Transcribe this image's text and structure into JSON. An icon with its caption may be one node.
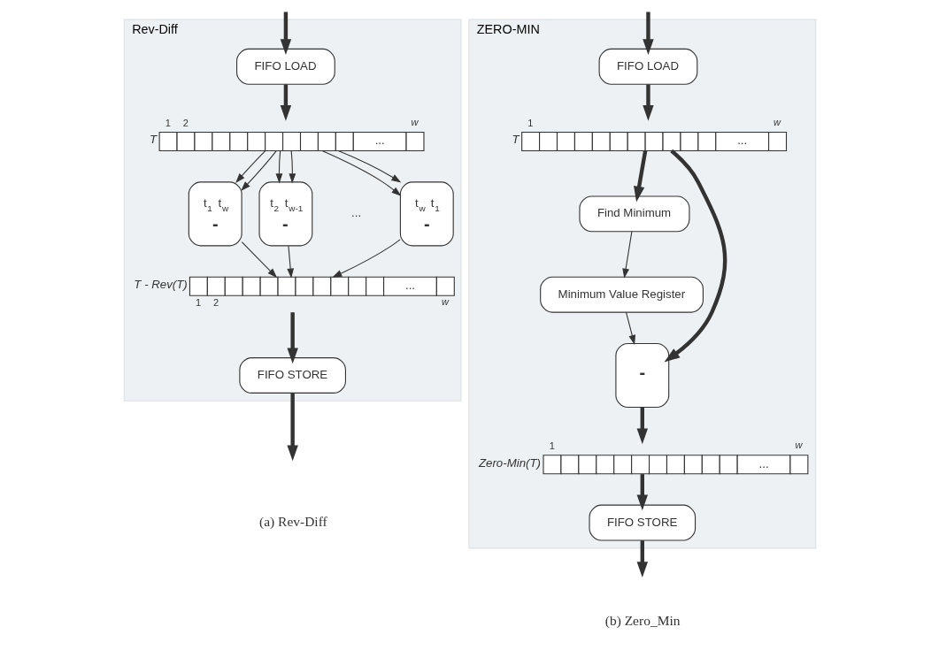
{
  "diagram": {
    "nodes": [
      {
        "text": [
          "Rev-Diff"
        ]
      },
      {
        "text": [
          "FIFO LOAD"
        ],
        "in": 0
      },
      {
        "text": [
          "T",
          "..."
        ],
        "beside": [
          "1",
          "2",
          "w"
        ],
        "in": 0
      },
      {
        "text": [
          "t$_{1}$ t$_{w}$",
          "-"
        ],
        "in": 0
      },
      {
        "text": [
          "t$_{2}$ t$_{w-1}$",
          "-"
        ],
        "in": 0
      },
      {
        "text": [
          "t$_{w}$ t$_{1}$",
          "-"
        ],
        "in": 0
      },
      {
        "text": [
          "T - Rev(T)",
          "..."
        ],
        "beside": [
          "1",
          "2",
          "w"
        ],
        "in": 0
      },
      {
        "text": [
          "FIFO STORE"
        ],
        "in": 0
      },
      {
        "text": [
          "ZERO-MIN"
        ]
      },
      {
        "text": [
          "FIFO LOAD"
        ],
        "in": 8
      },
      {
        "text": [
          "T",
          "..."
        ],
        "beside": [
          "1",
          "w"
        ],
        "in": 8
      },
      {
        "text": [
          "Find Minimum"
        ],
        "in": 8
      },
      {
        "text": [
          "Minimum Value Register"
        ],
        "in": 8
      },
      {
        "text": [
          "-"
        ],
        "in": 8
      },
      {
        "text": [
          "Zero-Min(T)",
          "..."
        ],
        "beside": [
          "1",
          "w"
        ],
        "in": 8
      },
      {
        "text": [
          "FIFO STORE"
        ],
        "in": 8
      }
    ],
    "edges": [
      {
        "from": null,
        "to": 1,
        "arrow": "to",
        "style": "thick"
      },
      {
        "from": 1,
        "to": 2,
        "arrow": "to",
        "style": "thick"
      },
      {
        "from": 2,
        "to": 3,
        "arrow": "to"
      },
      {
        "from": 2,
        "to": 3,
        "arrow": "to"
      },
      {
        "from": 2,
        "to": 4,
        "arrow": "to"
      },
      {
        "from": 2,
        "to": 4,
        "arrow": "to"
      },
      {
        "from": 2,
        "to": 5,
        "arrow": "to"
      },
      {
        "from": 2,
        "to": 5,
        "arrow": "to"
      },
      {
        "from": 3,
        "to": 6,
        "arrow": "to"
      },
      {
        "from": 4,
        "to": 6,
        "arrow": "to"
      },
      {
        "from": 5,
        "to": 6,
        "arrow": "to"
      },
      {
        "from": 6,
        "to": 7,
        "arrow": "to",
        "style": "thick"
      },
      {
        "from": 7,
        "to": null,
        "arrow": "to",
        "style": "thick"
      },
      {
        "from": null,
        "to": 9,
        "arrow": "to",
        "style": "thick"
      },
      {
        "from": 9,
        "to": 10,
        "arrow": "to",
        "style": "thick"
      },
      {
        "from": 10,
        "to": 11,
        "arrow": "to",
        "style": "thick"
      },
      {
        "from": 10,
        "to": 13,
        "arrow": "to",
        "style": "thick"
      },
      {
        "from": 11,
        "to": 12,
        "arrow": "to"
      },
      {
        "from": 12,
        "to": 13,
        "arrow": "to"
      },
      {
        "from": 13,
        "to": 14,
        "arrow": "to",
        "style": "thick"
      },
      {
        "from": 14,
        "to": 15,
        "arrow": "to",
        "style": "thick"
      },
      {
        "from": 15,
        "to": null,
        "arrow": "to",
        "style": "thick"
      }
    ],
    "labels": [
      "...",
      "(a) Rev-Diff",
      "(b) Zero_Min"
    ]
  }
}
